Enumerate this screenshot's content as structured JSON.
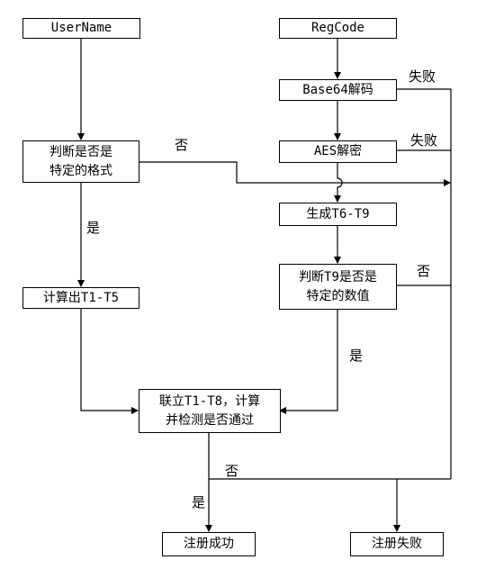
{
  "nodes": {
    "username": "UserName",
    "regcode": "RegCode",
    "base64": "Base64解码",
    "check_format": "判断是否是\n特定的格式",
    "aes": "AES解密",
    "gen_t6_t9": "生成T6-T9",
    "calc_t1_t5": "计算出T1-T5",
    "check_t9": "判断T9是否是\n特定的数值",
    "solve": "联立T1-T8，计算\n并检测是否通过",
    "success": "注册成功",
    "fail": "注册失败"
  },
  "edge_labels": {
    "base64_fail": "失败",
    "aes_fail": "失败",
    "format_no": "否",
    "format_yes": "是",
    "t9_no": "否",
    "t9_yes": "是",
    "solve_no": "否",
    "solve_yes": "是"
  }
}
